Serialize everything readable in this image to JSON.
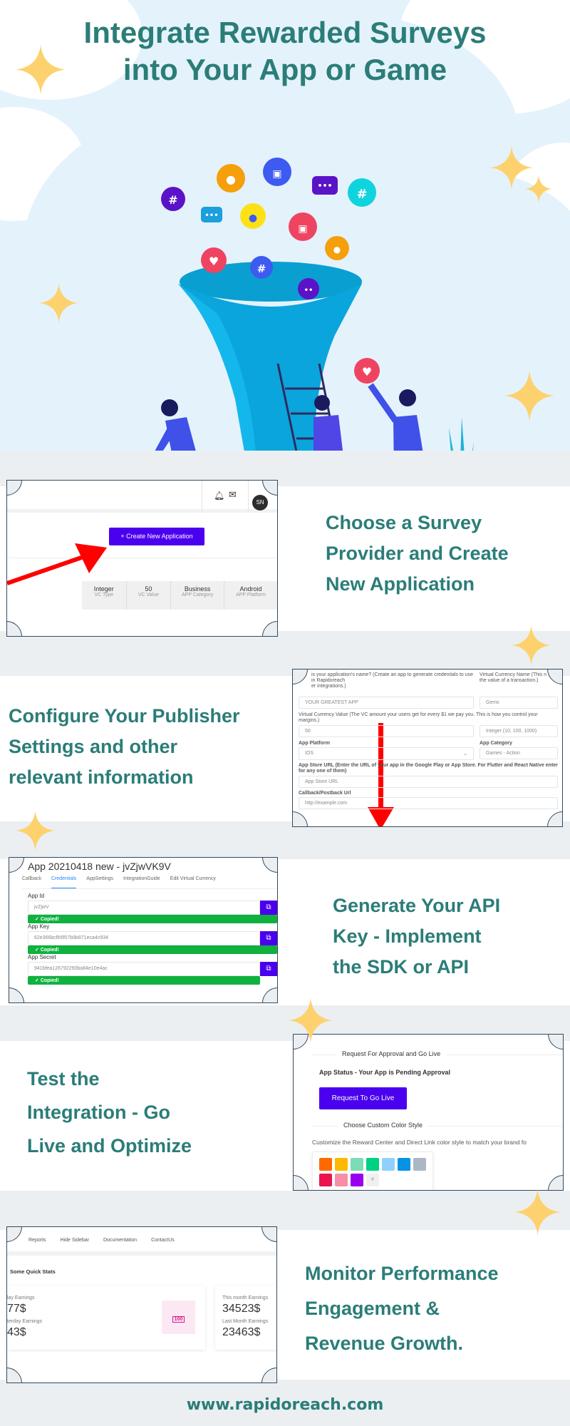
{
  "hero": {
    "title_line1": "Integrate Rewarded Surveys",
    "title_line2": "into Your App or Game"
  },
  "steps": [
    {
      "lines": [
        "Choose a Survey",
        "Provider and Create",
        "New Application"
      ]
    },
    {
      "lines": [
        "Configure Your Publisher",
        "Settings and other",
        "relevant information"
      ]
    },
    {
      "lines": [
        "Generate Your API",
        "Key - Implement",
        "the SDK or API"
      ]
    },
    {
      "lines": [
        "Test the",
        "Integration - Go",
        "Live and Optimize"
      ]
    },
    {
      "lines": [
        "Monitor Performance",
        "Engagement &",
        "Revenue Growth."
      ]
    }
  ],
  "shot1": {
    "avatar": "SN",
    "create_button": "+ Create New Application",
    "stats": [
      {
        "value": "Integer",
        "label": "VC Type"
      },
      {
        "value": "50",
        "label": "VC Value"
      },
      {
        "value": "Business",
        "label": "APP Category"
      },
      {
        "value": "Android",
        "label": "APP Platform"
      }
    ]
  },
  "shot2": {
    "app_name_label": "is your application's name? (Create an app to generate credentials to use in Rapidoreach",
    "app_name_label2": "er integrations.)",
    "app_name_value": "YOUR GREATEST APP",
    "vc_name_label": "Virtual Currency Name (This n",
    "vc_name_label2": "the value of a transaction.)",
    "vc_name_value": "Gems",
    "vc_value_label": "Virtual Currency Value (The VC amount your users get for every $1 we pay you. This is how you control your margins.)",
    "vc_value_value": "50",
    "vc_type_placeholder": "Integer (10, 100, 1000)",
    "platform_label": "App Platform",
    "platform_value": "IOS",
    "category_label": "App Category",
    "category_value": "Games - Action",
    "store_label": "App Store URL (Enter the URL of your app in the Google Play or App Store. For Flutter and React Native enter for any one of them)",
    "store_placeholder": "App Store URL",
    "callback_label": "Callback/Postback Url",
    "callback_value": "http://example.com"
  },
  "shot3": {
    "title": "App 20210418 new - jvZjwVK9V",
    "tabs": [
      "Callback",
      "Credentials",
      "AppSettings",
      "IntegrationGuide",
      "Edit Virtual Currency"
    ],
    "active_tab": "Credentials",
    "fields": [
      {
        "label": "App Id",
        "value": "jvZjwV",
        "status": "Copied!"
      },
      {
        "label": "App Key",
        "value": "62e366bcfb5f07b9b871eca4c934",
        "status": "Copied!"
      },
      {
        "label": "App Secret",
        "value": "941bfea126792290ba84e10e4ac",
        "status": "Copied!"
      }
    ]
  },
  "shot4": {
    "section1": "Request For Approval and Go Live",
    "status": "App Status - Your App is Pending Approval",
    "button": "Request To Go Live",
    "section2": "Choose Custom Color Style",
    "description": "Customize the Reward Center and Direct Link color style to match your brand fo",
    "swatches": [
      "#ff6900",
      "#fcb900",
      "#7bdcb5",
      "#00d084",
      "#8ed1fc",
      "#0693e3",
      "#abb8c3",
      "#eb144c",
      "#f78da7",
      "#9900ef"
    ],
    "hex_label": "#"
  },
  "shot5": {
    "nav": [
      "Reports",
      "Hide Sidebar",
      "Documentation",
      "ContactUs"
    ],
    "heading": "Some Quick Stats",
    "today_label": "lay Earnings",
    "today_value": "77$",
    "yesterday_label": "terday Earnings",
    "yesterday_value": "43$",
    "month_label": "This month Earnings",
    "month_value": "34523$",
    "last_month_label": "Last Month Earnings",
    "last_month_value": "23463$",
    "badge": "100"
  },
  "footer": {
    "url": "www.rapidoreach.com"
  },
  "colors": {
    "accent": "#2b7d78",
    "primary_button": "#4a00ee",
    "success": "#0fb13f",
    "sparkle": "#fdd26e"
  }
}
